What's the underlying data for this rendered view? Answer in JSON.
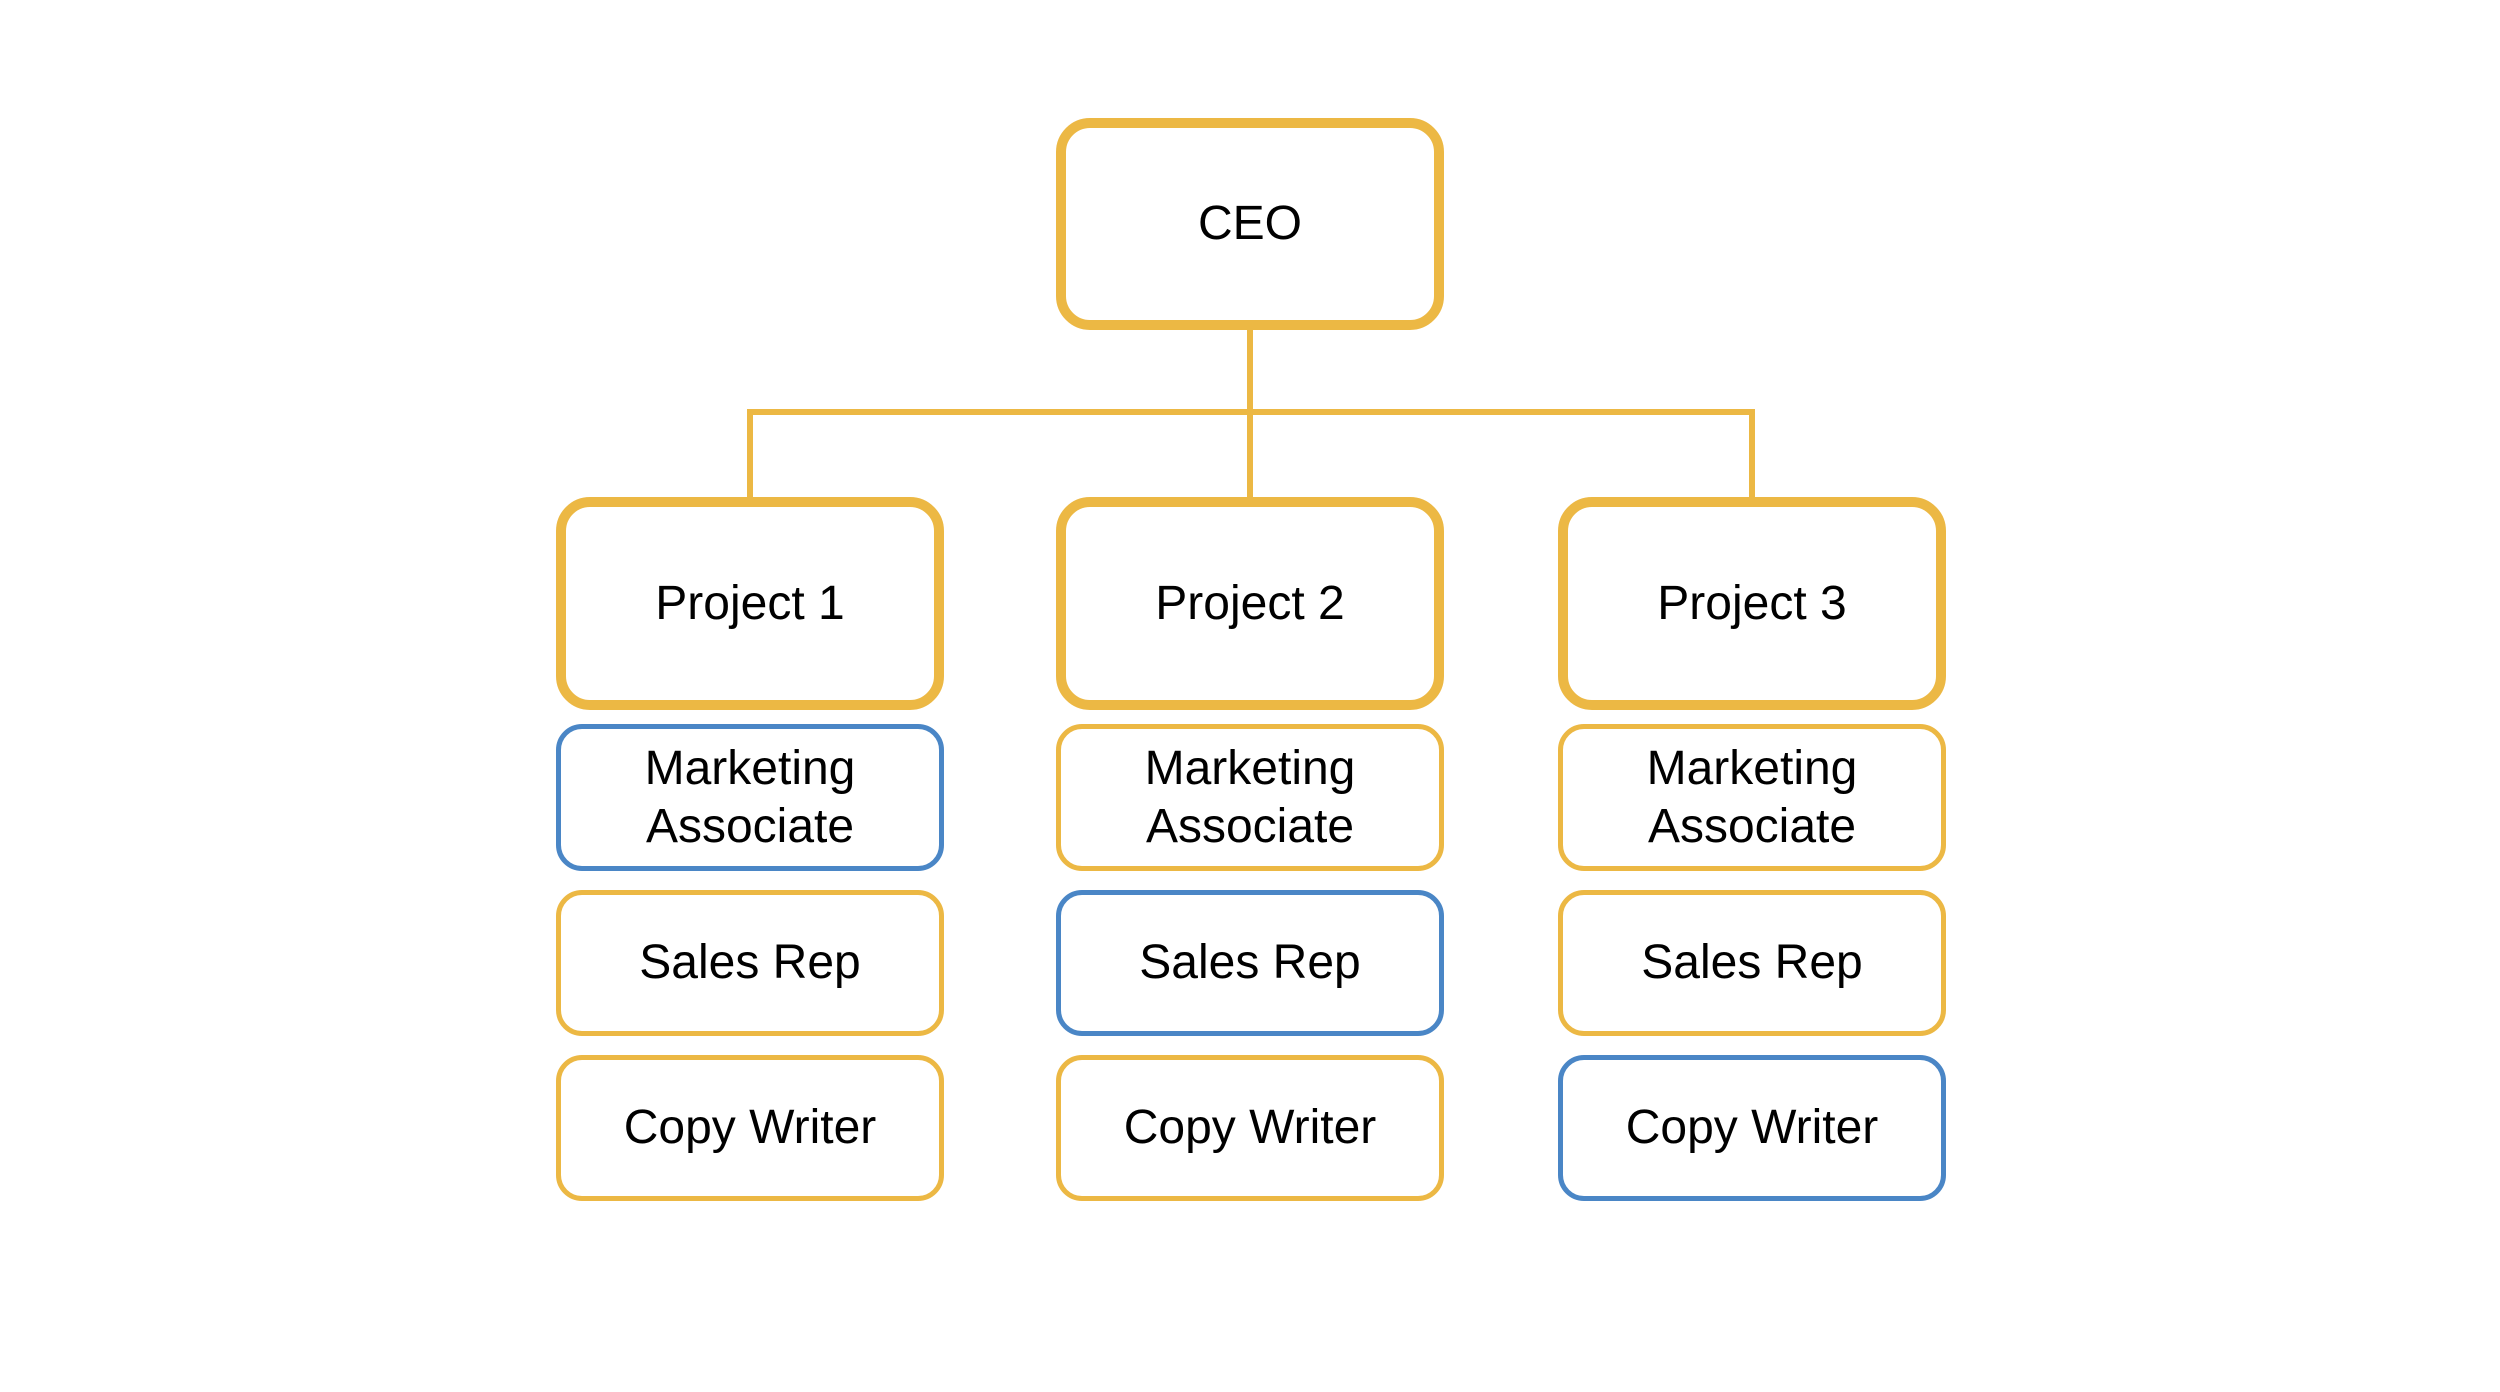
{
  "colors": {
    "background": "#FFFFFF",
    "accent_yellow": "#ECB844",
    "accent_blue": "#4A86C6",
    "text": "#000000"
  },
  "chart": {
    "type": "org-chart",
    "connector_color": "#ECB844",
    "root": {
      "label": "CEO",
      "border_color": "#ECB844"
    },
    "columns": [
      {
        "project": {
          "label": "Project 1",
          "border_color": "#ECB844"
        },
        "roles": [
          {
            "label": "Marketing Associate",
            "border_color": "#4A86C6"
          },
          {
            "label": "Sales Rep",
            "border_color": "#ECB844"
          },
          {
            "label": "Copy Writer",
            "border_color": "#ECB844"
          }
        ]
      },
      {
        "project": {
          "label": "Project 2",
          "border_color": "#ECB844"
        },
        "roles": [
          {
            "label": "Marketing Associate",
            "border_color": "#ECB844"
          },
          {
            "label": "Sales Rep",
            "border_color": "#4A86C6"
          },
          {
            "label": "Copy Writer",
            "border_color": "#ECB844"
          }
        ]
      },
      {
        "project": {
          "label": "Project 3",
          "border_color": "#ECB844"
        },
        "roles": [
          {
            "label": "Marketing Associate",
            "border_color": "#ECB844"
          },
          {
            "label": "Sales Rep",
            "border_color": "#ECB844"
          },
          {
            "label": "Copy Writer",
            "border_color": "#4A86C6"
          }
        ]
      }
    ]
  }
}
